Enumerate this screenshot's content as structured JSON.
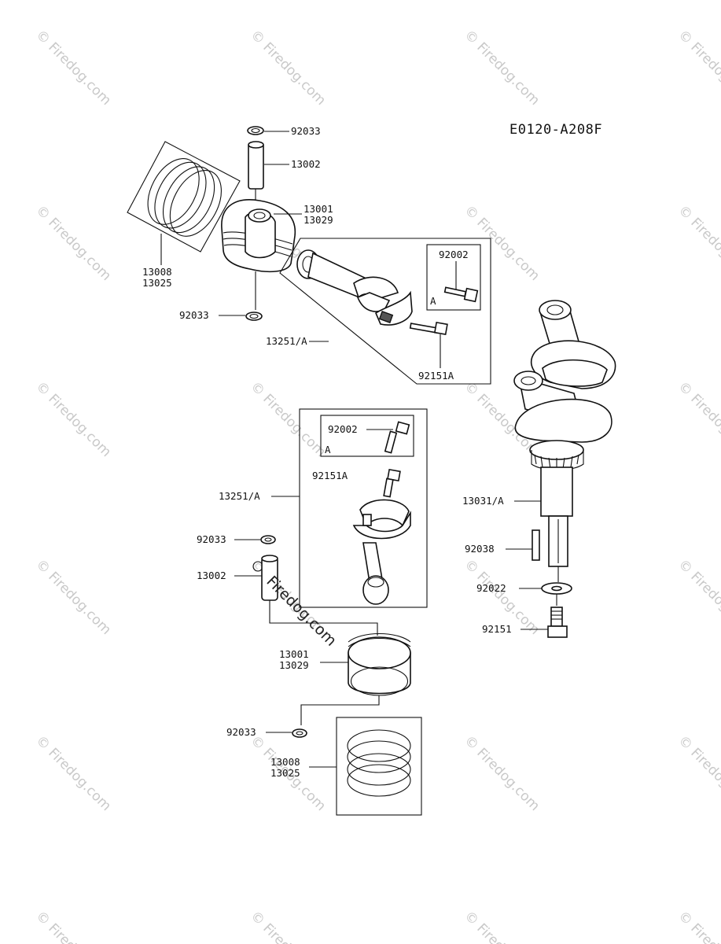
{
  "diagram_code": "E0120-A208F",
  "watermark": "© Firedog.com",
  "center_watermark": "Firedog.com",
  "labels": {
    "top_clip_upper": "92033",
    "top_pin": "13002",
    "top_piston_a": "13001",
    "top_piston_b": "13029",
    "top_rings_a": "13008",
    "top_rings_b": "13025",
    "top_clip_lower": "92033",
    "top_rod_assy": "13251/A",
    "top_bolt_box": "92002",
    "top_bolt_box_tag": "A",
    "top_rod_bolt": "92151A",
    "mid_bolt_box": "92002",
    "mid_bolt_box_tag": "A",
    "mid_rod_bolt": "92151A",
    "mid_rod_assy": "13251/A",
    "mid_clip_upper": "92033",
    "mid_pin": "13002",
    "mid_piston_a": "13001",
    "mid_piston_b": "13029",
    "mid_clip_lower": "92033",
    "mid_rings_a": "13008",
    "mid_rings_b": "13025",
    "crankshaft": "13031/A",
    "key": "92038",
    "washer": "92022",
    "crank_bolt": "92151"
  }
}
